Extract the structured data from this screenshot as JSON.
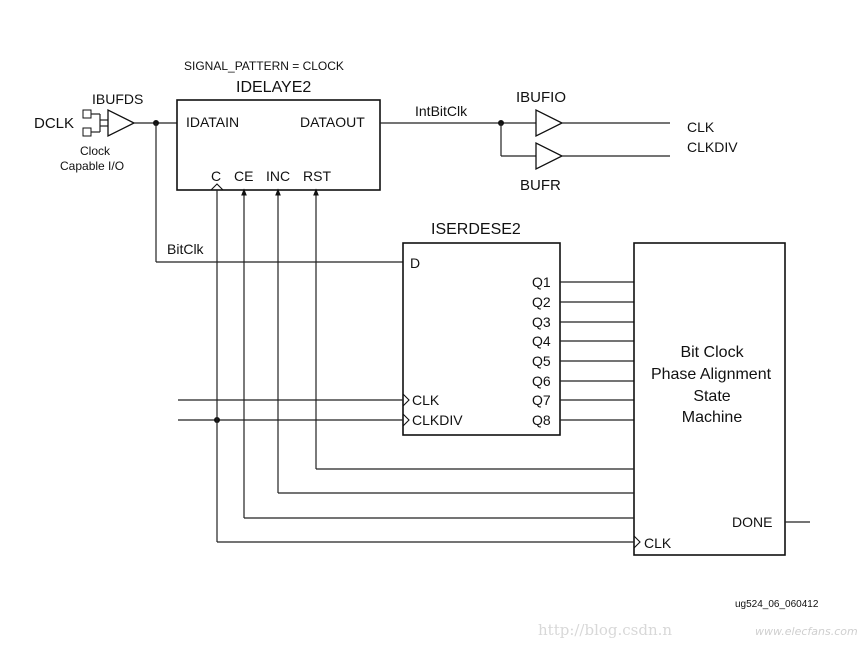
{
  "header": {
    "signal_pattern": "SIGNAL_PATTERN = CLOCK"
  },
  "input": {
    "dclk": "DCLK",
    "ibufds": "IBUFDS",
    "clock_line1": "Clock",
    "clock_line2": "Capable I/O"
  },
  "idelay": {
    "title": "IDELAYE2",
    "idatain": "IDATAIN",
    "dataout": "DATAOUT",
    "c": "C",
    "ce": "CE",
    "inc": "INC",
    "rst": "RST"
  },
  "nets": {
    "intbitclk": "IntBitClk",
    "bitclk": "BitClk"
  },
  "buffers": {
    "ibufio": "IBUFIO",
    "bufr": "BUFR",
    "clk_out": "CLK",
    "clkdiv_out": "CLKDIV"
  },
  "iserdes": {
    "title": "ISERDESE2",
    "d": "D",
    "clk": "CLK",
    "clkdiv": "CLKDIV",
    "outputs": [
      "Q1",
      "Q2",
      "Q3",
      "Q4",
      "Q5",
      "Q6",
      "Q7",
      "Q8"
    ]
  },
  "state_machine": {
    "line1": "Bit Clock",
    "line2": "Phase Alignment",
    "line3": "State",
    "line4": "Machine",
    "done": "DONE",
    "clk": "CLK"
  },
  "figure_id": "ug524_06_060412",
  "watermark": {
    "url": "http://blog.csdn.n",
    "site": "www.elecfans.com"
  }
}
